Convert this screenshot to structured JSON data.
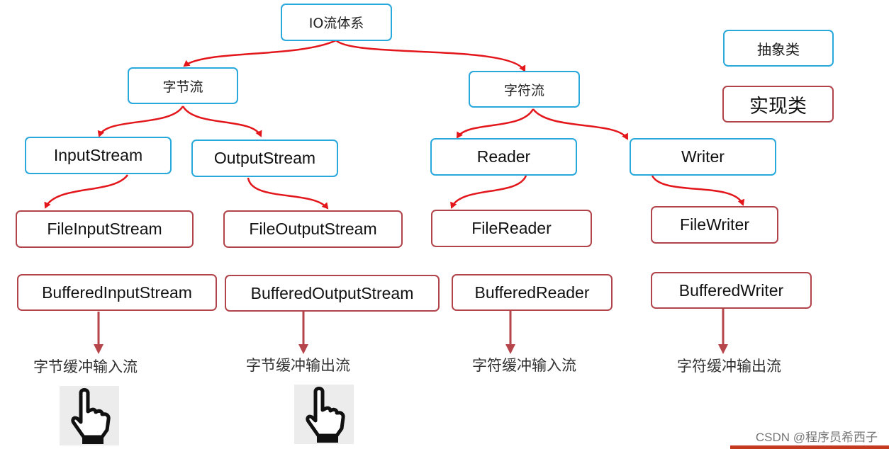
{
  "nodes": {
    "io": "IO流体系",
    "byte_stream": "字节流",
    "char_stream": "字符流",
    "input_stream": "InputStream",
    "output_stream": "OutputStream",
    "reader": "Reader",
    "writer": "Writer",
    "file_input_stream": "FileInputStream",
    "file_output_stream": "FileOutputStream",
    "file_reader": "FileReader",
    "file_writer": "FileWriter",
    "buffered_input_stream": "BufferedInputStream",
    "buffered_output_stream": "BufferedOutputStream",
    "buffered_reader": "BufferedReader",
    "buffered_writer": "BufferedWriter"
  },
  "legend": {
    "abstract": "抽象类",
    "implementation": "实现类"
  },
  "captions": {
    "byte_buffered_input": "字节缓冲输入流",
    "byte_buffered_output": "字节缓冲输出流",
    "char_buffered_input": "字符缓冲输入流",
    "char_buffered_output": "字符缓冲输出流"
  },
  "watermark": "CSDN @程序员希西子",
  "colors": {
    "abstract_border": "#29a8dc",
    "implementation_border": "#b0444a",
    "tree_arrow": "#e3161b",
    "down_arrow": "#b5454a"
  },
  "icons": [
    "pointing-hand-icon",
    "pointing-hand-icon"
  ]
}
